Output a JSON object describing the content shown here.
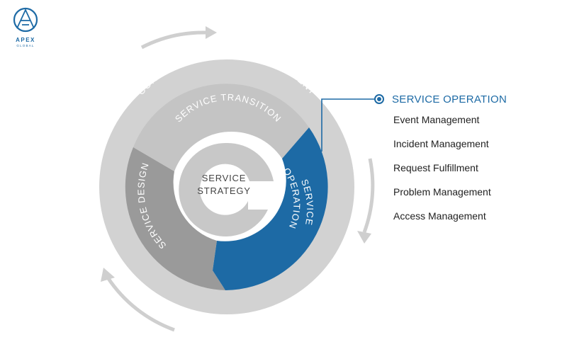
{
  "logo": {
    "name": "APEX",
    "tagline": "GLOBAL"
  },
  "diagram": {
    "outer_ring_label": "CONTINUAL SERVICE IMPROVEMENT",
    "transition_label": "SERVICE TRANSITION",
    "design_label": "SERVICE DESIGN",
    "operation_label_line1": "SERVICE",
    "operation_label_line2": "OPERATION",
    "strategy_label_line1": "SERVICE",
    "strategy_label_line2": "STRATEGY"
  },
  "legend": {
    "title": "SERVICE OPERATION",
    "items": [
      "Event Management",
      "Incident Management",
      "Request Fulfillment",
      "Problem Management",
      "Access Management"
    ]
  },
  "colors": {
    "accent": "#1d6aa5",
    "outer_ring": "#d2d2d2",
    "transition": "#c4c4c4",
    "design": "#9a9a9a",
    "operation": "#1d6aa5",
    "strategy": "#c8c8c8"
  }
}
